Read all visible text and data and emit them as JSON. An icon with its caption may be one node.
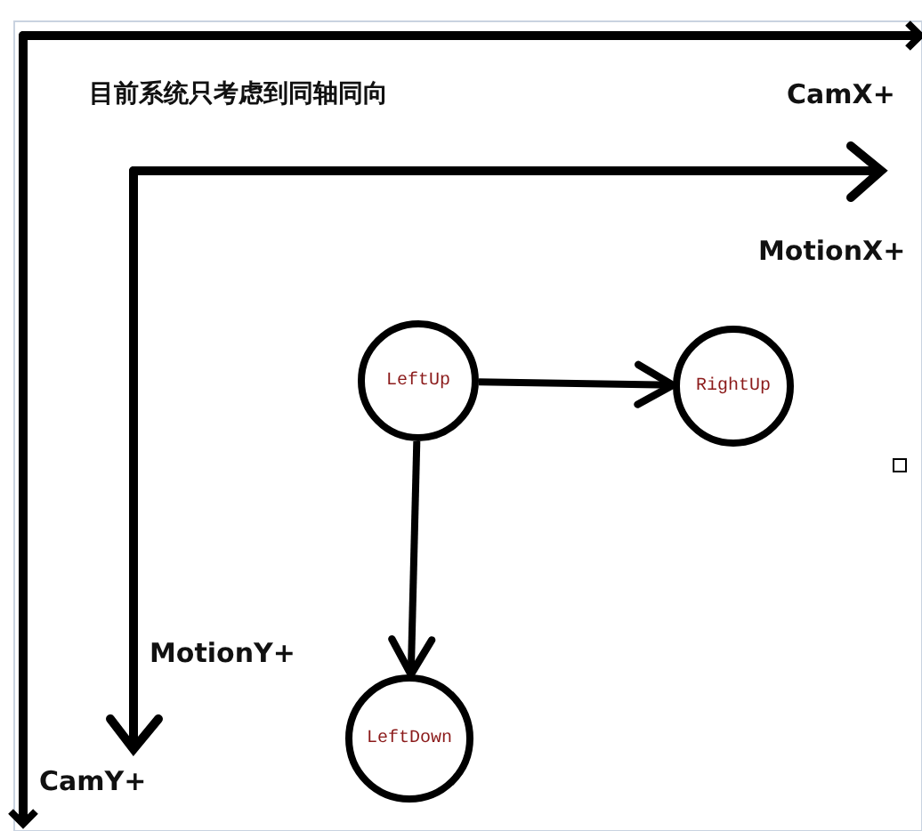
{
  "diagram": {
    "title": "目前系统只考虑到同轴同向",
    "nodes": [
      {
        "text": [
          "LeftUp"
        ]
      },
      {
        "text": [
          "RightUp"
        ]
      },
      {
        "text": [
          "LeftDown"
        ]
      }
    ],
    "edges": [
      {
        "from": 0,
        "to": 1,
        "arrow": "to"
      },
      {
        "from": 0,
        "to": 2,
        "arrow": "to"
      }
    ],
    "labels": [
      "CamX+",
      "MotionX+",
      "MotionY+",
      "CamY+"
    ]
  }
}
